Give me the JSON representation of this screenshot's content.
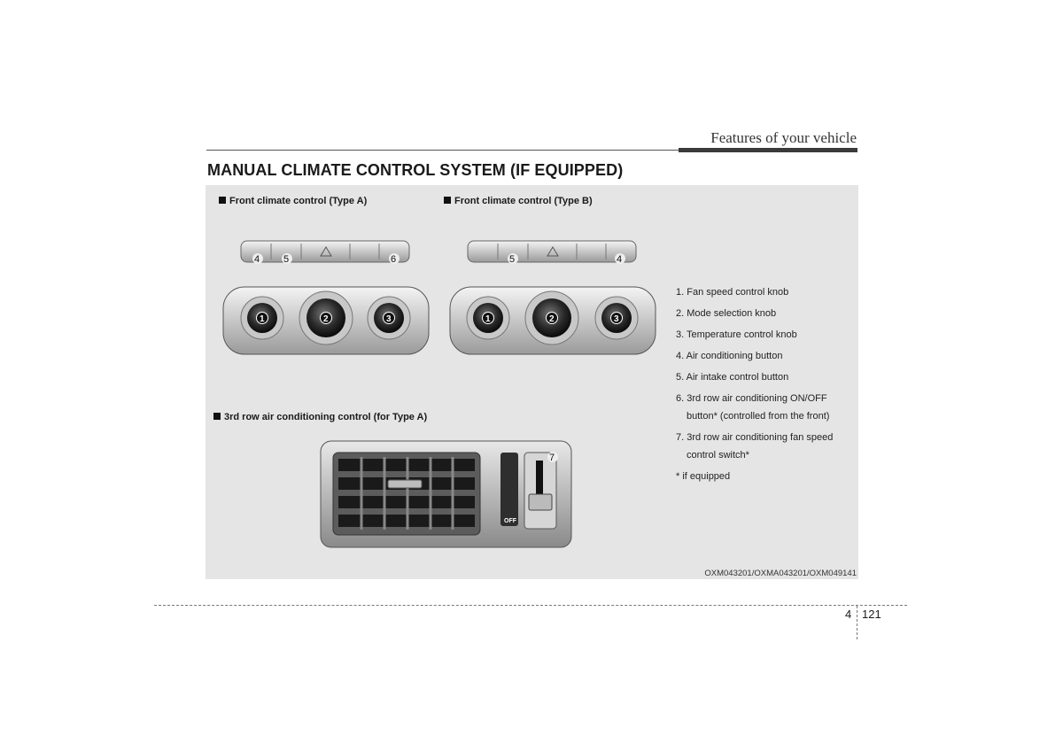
{
  "header": {
    "section": "Features of your vehicle"
  },
  "title": "MANUAL CLIMATE CONTROL SYSTEM (IF EQUIPPED)",
  "figures": {
    "type_a_caption": "Front climate control (Type A)",
    "type_b_caption": "Front climate control (Type B)",
    "third_row_caption": "3rd row air conditioning control (for Type A)",
    "type_a_callouts": [
      "4",
      "5",
      "6"
    ],
    "type_b_callouts": [
      "5",
      "4"
    ],
    "knob_numbers": [
      "1",
      "2",
      "3"
    ],
    "third_row_callout": "7",
    "off_label": "OFF"
  },
  "legend": {
    "items": [
      "1. Fan speed control knob",
      "2. Mode selection knob",
      "3. Temperature control knob",
      "4. Air conditioning button",
      "5. Air intake control button",
      "6. 3rd row air conditioning ON/OFF",
      "7. 3rd row air conditioning fan speed",
      "* if equipped"
    ],
    "item6_cont": "button* (controlled from the front)",
    "item7_cont": "control switch*"
  },
  "figure_code": "OXM043201/OXMA043201/OXM049141",
  "footer": {
    "chapter": "4",
    "page": "121"
  }
}
